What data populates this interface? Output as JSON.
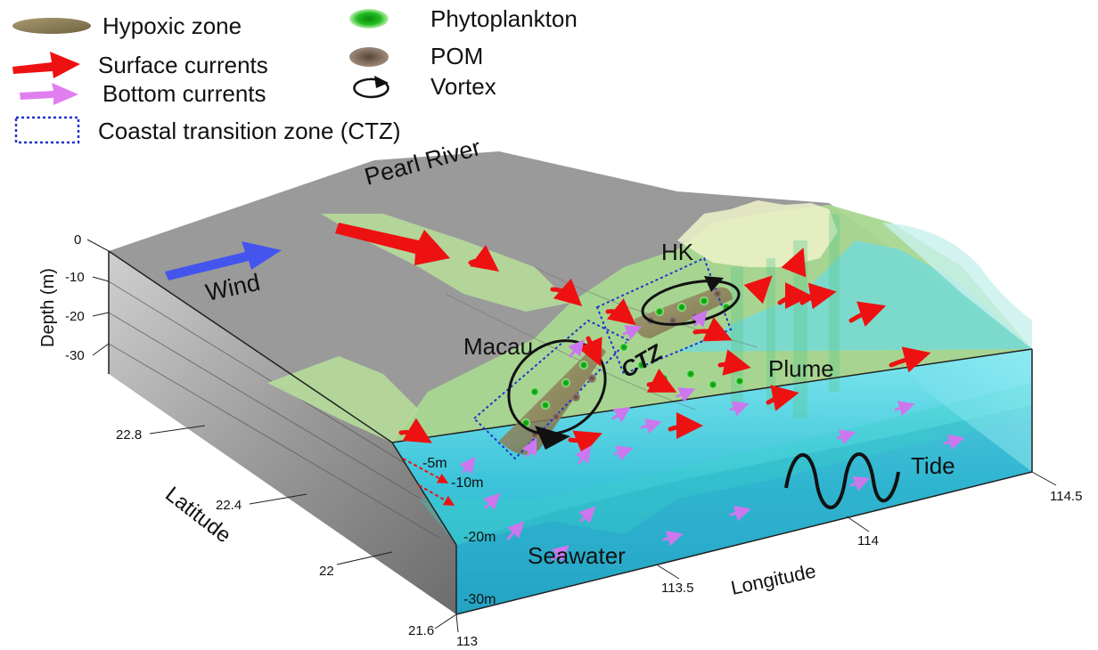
{
  "legend": {
    "hypoxic": "Hypoxic zone",
    "surface": "Surface currents",
    "bottom": "Bottom currents",
    "ctz": "Coastal transition zone (CTZ)",
    "phyto": "Phytoplankton",
    "pom": "POM",
    "vortex": "Vortex"
  },
  "labels": {
    "pearl_river": "Pearl River",
    "wind": "Wind",
    "hk": "HK",
    "macau": "Macau",
    "ctz": "CTZ",
    "plume": "Plume",
    "tide": "Tide",
    "seawater": "Seawater"
  },
  "depth_axis": {
    "title": "Depth (m)",
    "ticks": [
      "0",
      "-10",
      "-20",
      "-30"
    ]
  },
  "depth_contours": [
    "-5m",
    "-10m",
    "-20m",
    "-30m"
  ],
  "latitude_axis": {
    "title": "Latitude",
    "ticks": [
      "22.8",
      "22.4",
      "22",
      "21.6"
    ]
  },
  "longitude_axis": {
    "title": "Longitude",
    "ticks": [
      "113",
      "113.5",
      "114",
      "114.5"
    ]
  },
  "colors": {
    "surface_current": "#ee1111",
    "bottom_current": "#cc77ee",
    "wind": "#4455ee",
    "ctz_box": "#2233cc",
    "land": "#9a9a9a",
    "shelf": "#a8d890",
    "sea": "#5ed0e0",
    "hypoxic": "#8a7a52",
    "phytoplankton": "#22bb22",
    "pom": "#6b5444"
  }
}
